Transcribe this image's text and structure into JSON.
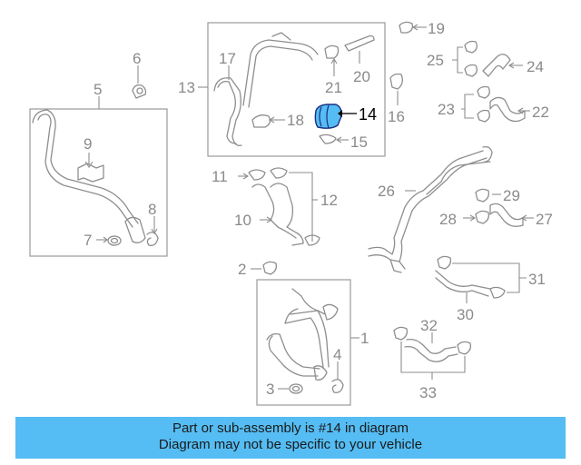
{
  "diagram": {
    "callouts": {
      "n1": "1",
      "n2": "2",
      "n3": "3",
      "n4": "4",
      "n5": "5",
      "n6": "6",
      "n7": "7",
      "n8": "8",
      "n9": "9",
      "n10": "10",
      "n11": "11",
      "n12": "12",
      "n13": "13",
      "n14": "14",
      "n15": "15",
      "n16": "16",
      "n17": "17",
      "n18": "18",
      "n19": "19",
      "n20": "20",
      "n21": "21",
      "n22": "22",
      "n23": "23",
      "n24": "24",
      "n25": "25",
      "n26": "26",
      "n27": "27",
      "n28": "28",
      "n29": "29",
      "n30": "30",
      "n31": "31",
      "n32": "32",
      "n33": "33"
    },
    "highlighted_part": "14",
    "highlight_color": "#55bdf4",
    "line_color": "#8e8e8e"
  },
  "banner": {
    "line1": "Part or sub-assembly is #14 in diagram",
    "line2": "Diagram may not be specific to your vehicle",
    "background": "#55bdf4"
  }
}
